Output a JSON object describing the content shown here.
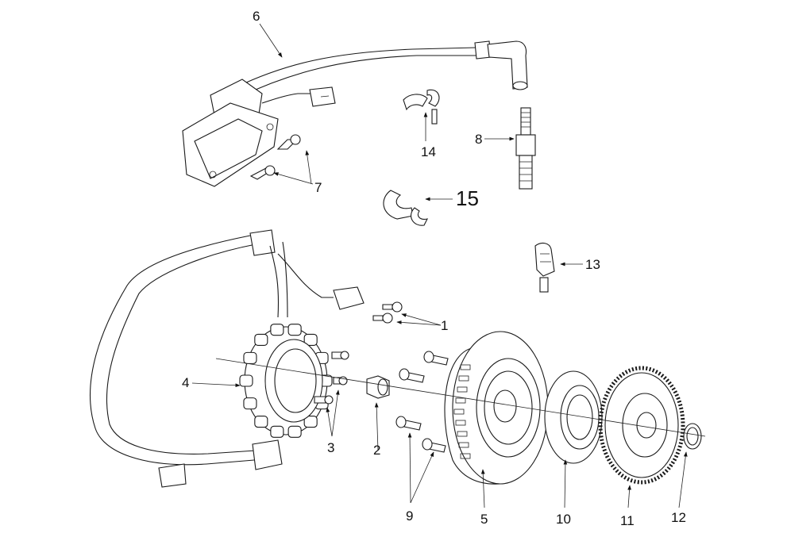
{
  "diagram": {
    "type": "exploded-parts-diagram",
    "subject": "ignition coil, stator and flywheel assembly",
    "callouts": [
      {
        "id": "1",
        "label": "1",
        "part": "bolts (x2)"
      },
      {
        "id": "2",
        "label": "2",
        "part": "nut"
      },
      {
        "id": "3",
        "label": "3",
        "part": "stator screws"
      },
      {
        "id": "4",
        "label": "4",
        "part": "stator with wiring harness"
      },
      {
        "id": "5",
        "label": "5",
        "part": "flywheel rotor"
      },
      {
        "id": "6",
        "label": "6",
        "part": "ignition coil with HT lead"
      },
      {
        "id": "7",
        "label": "7",
        "part": "coil mounting screws"
      },
      {
        "id": "8",
        "label": "8",
        "part": "spark plug"
      },
      {
        "id": "9",
        "label": "9",
        "part": "rotor bolts"
      },
      {
        "id": "10",
        "label": "10",
        "part": "one-way clutch"
      },
      {
        "id": "11",
        "label": "11",
        "part": "starter gear"
      },
      {
        "id": "12",
        "label": "12",
        "part": "washer"
      },
      {
        "id": "13",
        "label": "13",
        "part": "cable clamp"
      },
      {
        "id": "14",
        "label": "14",
        "part": "cable clip"
      },
      {
        "id": "15",
        "label": "15",
        "part": "cable clips"
      }
    ]
  }
}
